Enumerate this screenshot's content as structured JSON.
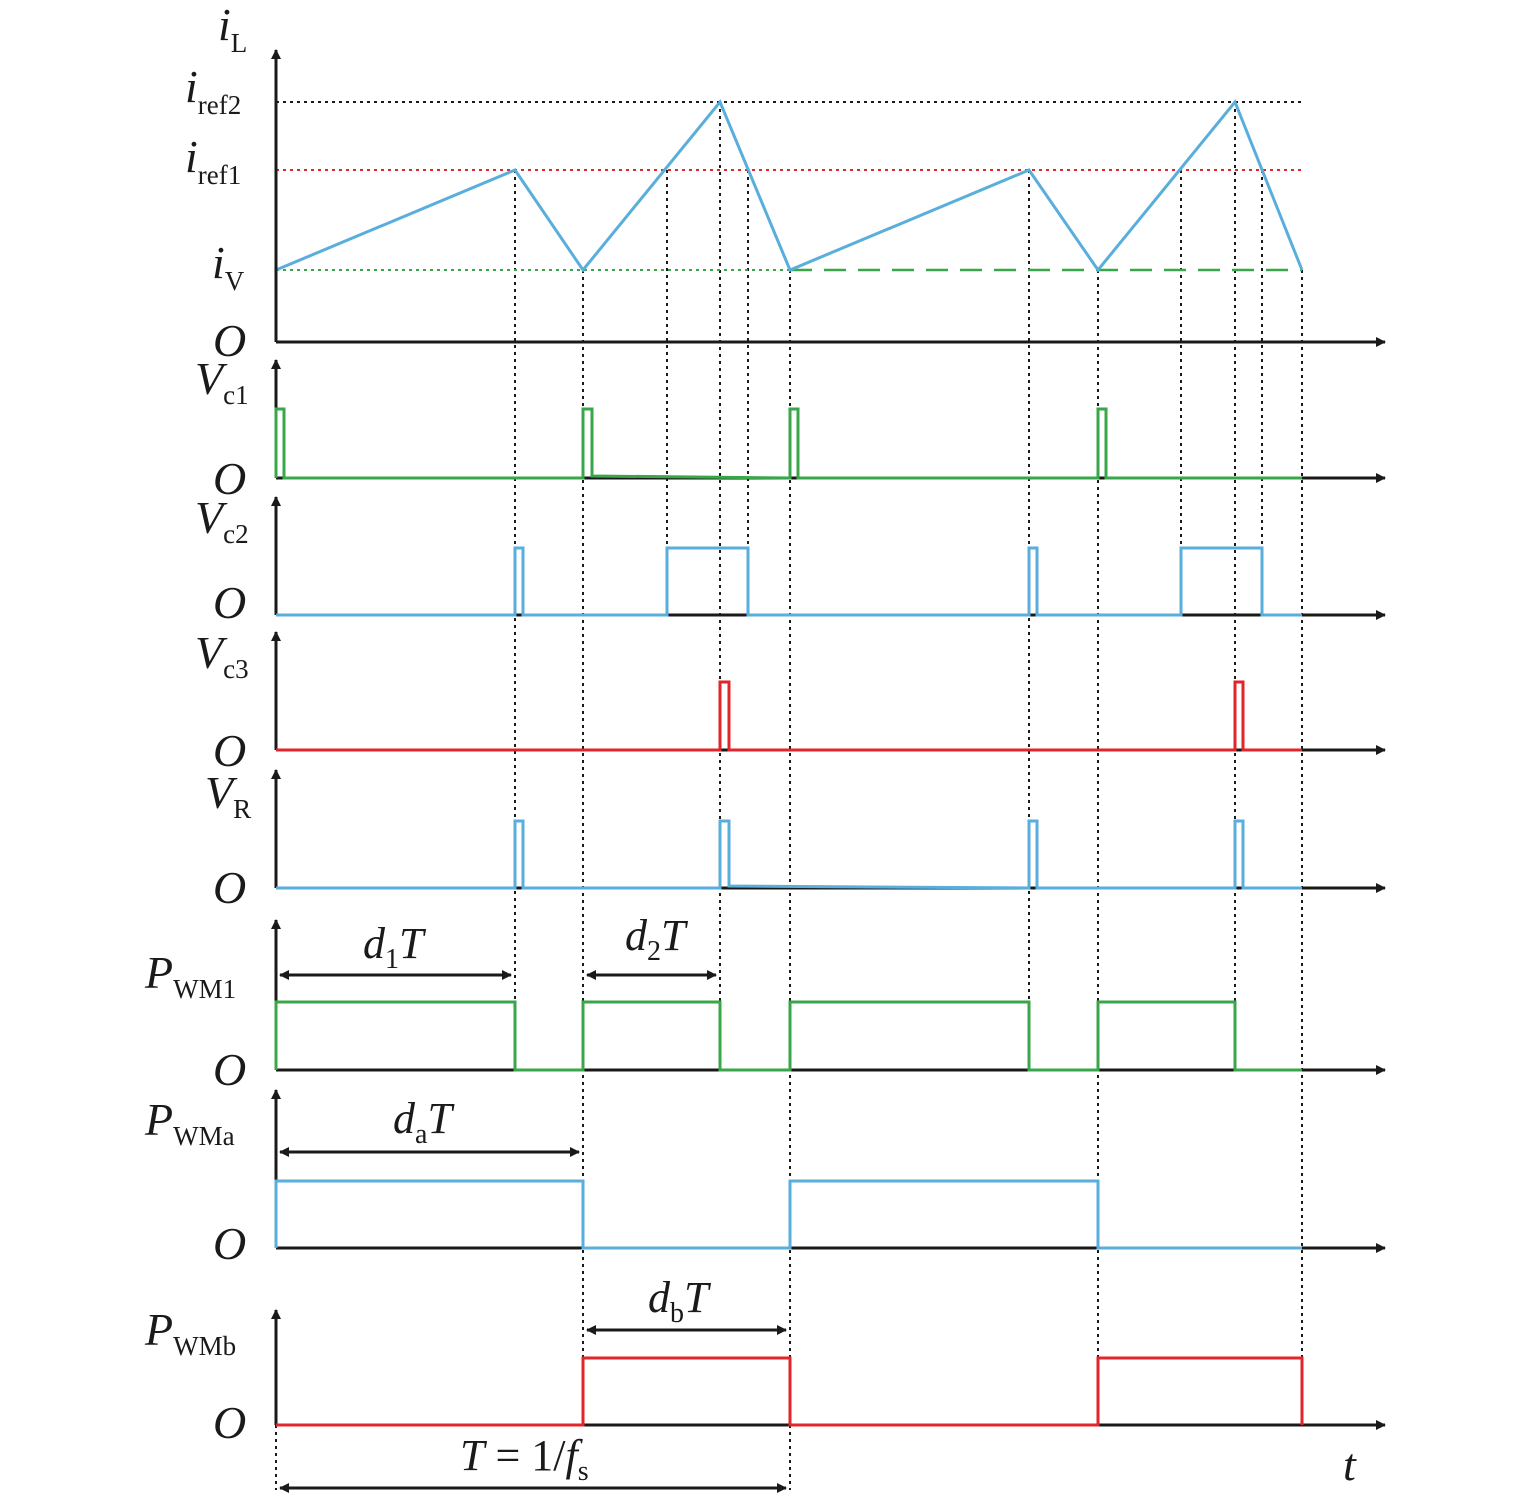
{
  "colors": {
    "axis": "#1a1a1a",
    "blue": "#5aaedc",
    "green": "#3aa64a",
    "red": "#e0262a",
    "black_dotted": "#1a1a1a",
    "red_dotted": "#e0262a",
    "green_dotted": "#3aa64a"
  },
  "top_plot": {
    "y_axis": {
      "main": "i",
      "sub": "L"
    },
    "ref_levels": [
      {
        "main": "i",
        "sub": "ref2"
      },
      {
        "main": "i",
        "sub": "ref1"
      },
      {
        "main": "i",
        "sub": "V"
      }
    ],
    "origin": "O"
  },
  "channels": [
    {
      "id": "vc1",
      "main": "V",
      "sub": "c1",
      "origin": "O"
    },
    {
      "id": "vc2",
      "main": "V",
      "sub": "c2",
      "origin": "O"
    },
    {
      "id": "vc3",
      "main": "V",
      "sub": "c3",
      "origin": "O"
    },
    {
      "id": "vr",
      "main": "V",
      "sub": "R",
      "origin": "O"
    },
    {
      "id": "pwm1",
      "main": "P",
      "sub": "WM1",
      "origin": "O"
    },
    {
      "id": "pwma",
      "main": "P",
      "sub": "WMa",
      "origin": "O"
    },
    {
      "id": "pwmb",
      "main": "P",
      "sub": "WMb",
      "origin": "O"
    }
  ],
  "annotations": {
    "d1T": {
      "a": "d",
      "sub": "1",
      "b": "T"
    },
    "d2T": {
      "a": "d",
      "sub": "2",
      "b": "T"
    },
    "daT": {
      "a": "d",
      "sub": "a",
      "b": "T"
    },
    "dbT": {
      "a": "d",
      "sub": "b",
      "b": "T"
    },
    "period": {
      "a": "T",
      "eq": " = 1/",
      "f": "f",
      "sub": "s"
    }
  },
  "x_axis_label": "t"
}
